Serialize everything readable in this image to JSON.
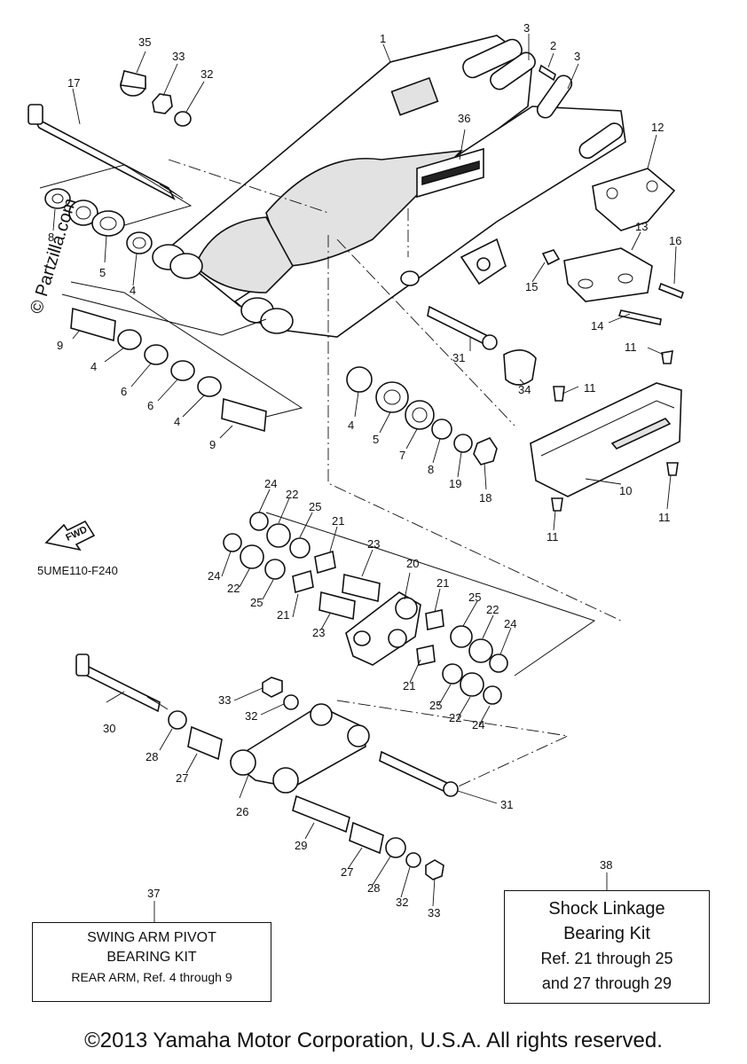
{
  "diagram_code": "5UME110-F240",
  "fwd_label": "FWD",
  "watermark": "© Partzilla.com",
  "copyright": "©2013 Yamaha Motor Corporation, U.S.A. All rights reserved.",
  "kits": {
    "swing_arm": {
      "ref": "37",
      "line1": "SWING ARM PIVOT",
      "line2": "BEARING KIT",
      "line3": "REAR ARM, Ref. 4 through 9"
    },
    "shock_linkage": {
      "ref": "38",
      "line1": "Shock Linkage",
      "line2": "Bearing Kit",
      "line3": "Ref. 21 through 25",
      "line4": "and 27 through 29"
    }
  },
  "callouts": {
    "c1": "1",
    "c2": "2",
    "c3a": "3",
    "c3b": "3",
    "c4a": "4",
    "c4b": "4",
    "c4c": "4",
    "c4d": "4",
    "c5a": "5",
    "c5b": "5",
    "c6a": "6",
    "c6b": "6",
    "c7": "7",
    "c8a": "8",
    "c8b": "8",
    "c9a": "9",
    "c9b": "9",
    "c10": "10",
    "c11a": "11",
    "c11b": "11",
    "c11c": "11",
    "c11d": "11",
    "c12": "12",
    "c13": "13",
    "c14": "14",
    "c15": "15",
    "c16": "16",
    "c17": "17",
    "c18": "18",
    "c19": "19",
    "c20": "20",
    "c21a": "21",
    "c21b": "21",
    "c21c": "21",
    "c21d": "21",
    "c22a": "22",
    "c22b": "22",
    "c22c": "22",
    "c22d": "22",
    "c23a": "23",
    "c23b": "23",
    "c24a": "24",
    "c24b": "24",
    "c24c": "24",
    "c24d": "24",
    "c25a": "25",
    "c25b": "25",
    "c25c": "25",
    "c25d": "25",
    "c26": "26",
    "c27a": "27",
    "c27b": "27",
    "c28a": "28",
    "c28b": "28",
    "c29": "29",
    "c30": "30",
    "c31a": "31",
    "c31b": "31",
    "c32a": "32",
    "c32b": "32",
    "c32c": "32",
    "c33a": "33",
    "c33b": "33",
    "c33c": "33",
    "c34": "34",
    "c35": "35",
    "c36": "36"
  }
}
